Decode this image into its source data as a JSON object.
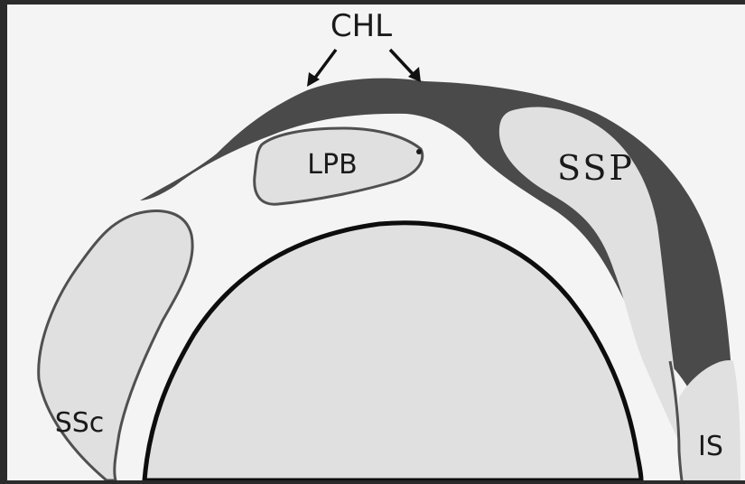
{
  "diagram": {
    "labels": {
      "chl": "CHL",
      "lpb": "LPB",
      "ssp": "SSP",
      "ssc": "SSc",
      "is": "IS"
    }
  },
  "colors": {
    "frame": "#2b2b2b",
    "background": "#f4f4f4",
    "ligament_dark": "#4a4a4a",
    "structure_fill": "#e0e0e0",
    "outline": "#505050",
    "head_outline": "#0d0d0d"
  }
}
